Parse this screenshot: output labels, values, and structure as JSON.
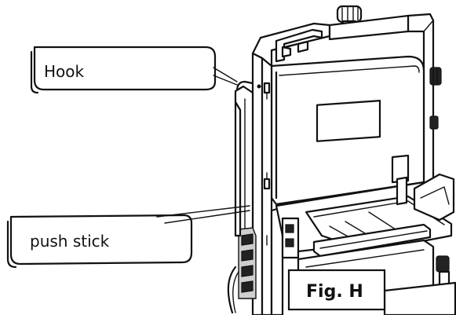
{
  "callouts": {
    "hook": "Hook",
    "push_stick": "push stick"
  },
  "figure_label": "Fig. H"
}
